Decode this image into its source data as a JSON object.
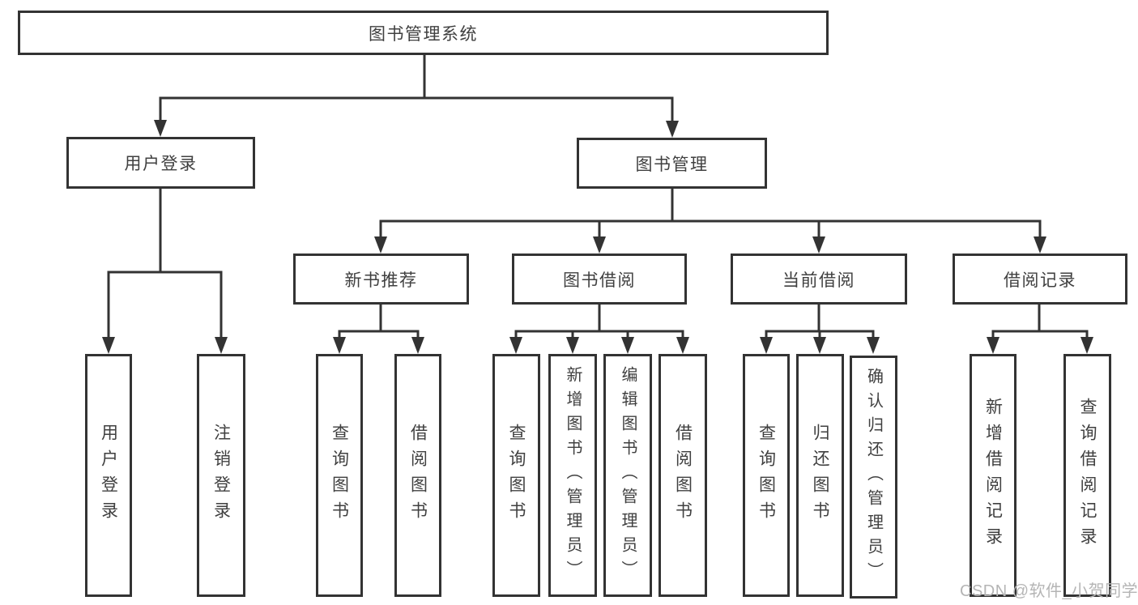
{
  "diagram_title": "图书管理系统",
  "nodes": {
    "root": "图书管理系统",
    "user_login": "用户登录",
    "book_mgmt": "图书管理",
    "new_book_rec": "新书推荐",
    "book_borrow": "图书借阅",
    "current_borrow": "当前借阅",
    "borrow_records": "借阅记录",
    "leaf_user_login": "用户登录",
    "leaf_logout": "注销登录",
    "leaf_query_books_rec": "查询图书",
    "leaf_borrow_books_rec": "借阅图书",
    "leaf_query_books_borrow": "查询图书",
    "leaf_add_book_admin": "新增图书（管理员）",
    "leaf_edit_book_admin": "编辑图书（管理员）",
    "leaf_borrow_books_borrow": "借阅图书",
    "leaf_query_books_current": "查询图书",
    "leaf_return_book": "归还图书",
    "leaf_confirm_return_admin": "确认归还（管理员）",
    "leaf_add_borrow_record": "新增借阅记录",
    "leaf_query_borrow_record": "查询借阅记录"
  },
  "watermark": "CSDN @软件_小贺同学",
  "colors": {
    "line": "#333333",
    "text": "#404040",
    "watermark": "#b5b5b5",
    "background": "#ffffff"
  }
}
